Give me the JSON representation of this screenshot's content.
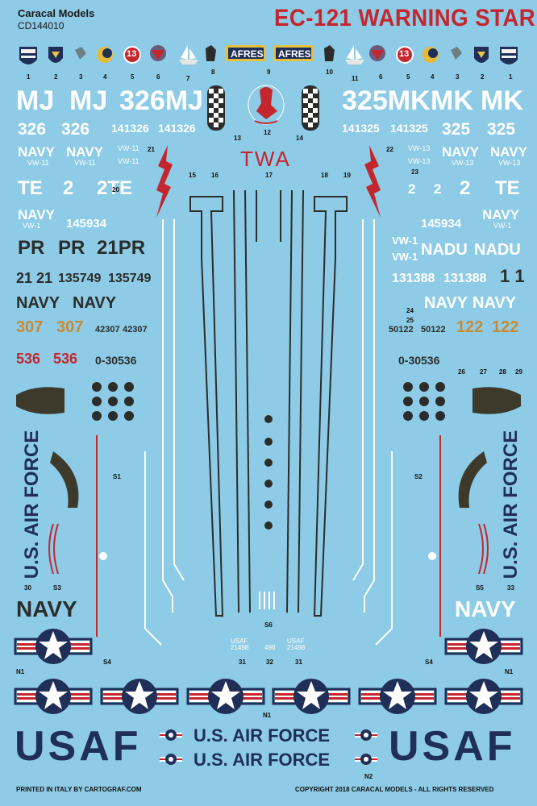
{
  "header": {
    "brand": "Caracal Models",
    "code": "CD144010",
    "title": "EC-121 WARNING STAR"
  },
  "footer": {
    "left": "PRINTED IN ITALY BY CARTOGRAF.COM",
    "right": "COPYRIGHT 2018 CARACAL MODELS - ALL RIGHTS RESERVED"
  },
  "badges": {
    "afres": "AFRES",
    "thirteen": "13"
  },
  "decals": {
    "mj1": "MJ",
    "mj2": "MJ",
    "mj3": "326MJ",
    "mk1": "325MK",
    "mk2": "MK",
    "mk3": "MK",
    "n326a": "326",
    "n326b": "326",
    "n141326a": "141326",
    "n141326b": "141326",
    "n141325a": "141325",
    "n141325b": "141325",
    "n325a": "325",
    "n325b": "325",
    "navyA": "NAVY",
    "navyB": "NAVY",
    "vw11a": "VW-11",
    "vw11b": "VW-11",
    "navyC": "NAVY",
    "navyD": "NAVY",
    "vw13a": "VW-13",
    "vw13b": "VW-13",
    "te1": "TE",
    "te2": "2",
    "te3": "2TE",
    "tr1": "2",
    "tr2": "2",
    "tr3": "2",
    "tr4": "TE",
    "navyE": "NAVY",
    "vw1a": "VW-1",
    "n145934a": "145934",
    "navyF": "NAVY",
    "n145934b": "145934",
    "vw1b": "VW-1",
    "vw1c": "VW-1",
    "nadu1": "NADU",
    "nadu2": "NADU",
    "pr1": "PR",
    "pr2": "PR",
    "pr3": "21PR",
    "n2121": "21 21",
    "n135749a": "135749",
    "n135749b": "135749",
    "n131388a": "131388",
    "n131388b": "131388",
    "n11": "1 1",
    "navyG": "NAVY",
    "navyH": "NAVY",
    "navyI": "NAVY",
    "navyJ": "NAVY",
    "o307a": "307",
    "o307b": "307",
    "n42307a": "42307",
    "n42307b": "42307",
    "n50122a": "50122",
    "n50122b": "50122",
    "o122a": "122",
    "o122b": "122",
    "r536a": "536",
    "r536b": "536",
    "s30536a": "0-30536",
    "s30536b": "0-30536",
    "twa": "TWA",
    "usafL": "U.S. AIR FORCE",
    "usafR": "U.S. AIR FORCE",
    "navyBigL": "NAVY",
    "navyBigR": "NAVY",
    "usafBigL": "USAF",
    "usafBigR": "USAF",
    "usafMid1": "U.S. AIR FORCE",
    "usafMid2": "U.S. AIR FORCE",
    "tiny21498a": "USAF 21498",
    "tiny498": "498",
    "tiny21498b": "USAF 21498"
  },
  "labels": {
    "row1": [
      "1",
      "2",
      "3",
      "4",
      "5",
      "6",
      "7",
      "8",
      "9",
      "10",
      "11",
      "6",
      "5",
      "4",
      "3",
      "2",
      "1"
    ],
    "misc": {
      "l12": "12",
      "l13": "13",
      "l14": "14",
      "l15": "15",
      "l16": "16",
      "l17": "17",
      "l18": "18",
      "l19": "19",
      "l20": "20",
      "l21a": "21",
      "l21b": "21",
      "l22": "22",
      "l23": "23",
      "l24": "24",
      "l25": "25",
      "l26": "26",
      "l27": "27",
      "l28": "28",
      "l29": "29",
      "l30": "30",
      "l31a": "31",
      "l31b": "31",
      "l32": "32",
      "l33": "33",
      "s1a": "S1",
      "s2a": "S2",
      "s3": "S3",
      "s4a": "S4",
      "s4b": "S4",
      "s5": "S5",
      "s6": "S6",
      "n1a": "N1",
      "n1b": "N1",
      "n1c": "N1",
      "n2": "N2"
    }
  },
  "colors": {
    "background": "#8ecbe6",
    "white": "#ffffff",
    "dark": "#2b2d2a",
    "red": "#c4262e",
    "orange": "#c98a34",
    "navy": "#1f2f57"
  }
}
